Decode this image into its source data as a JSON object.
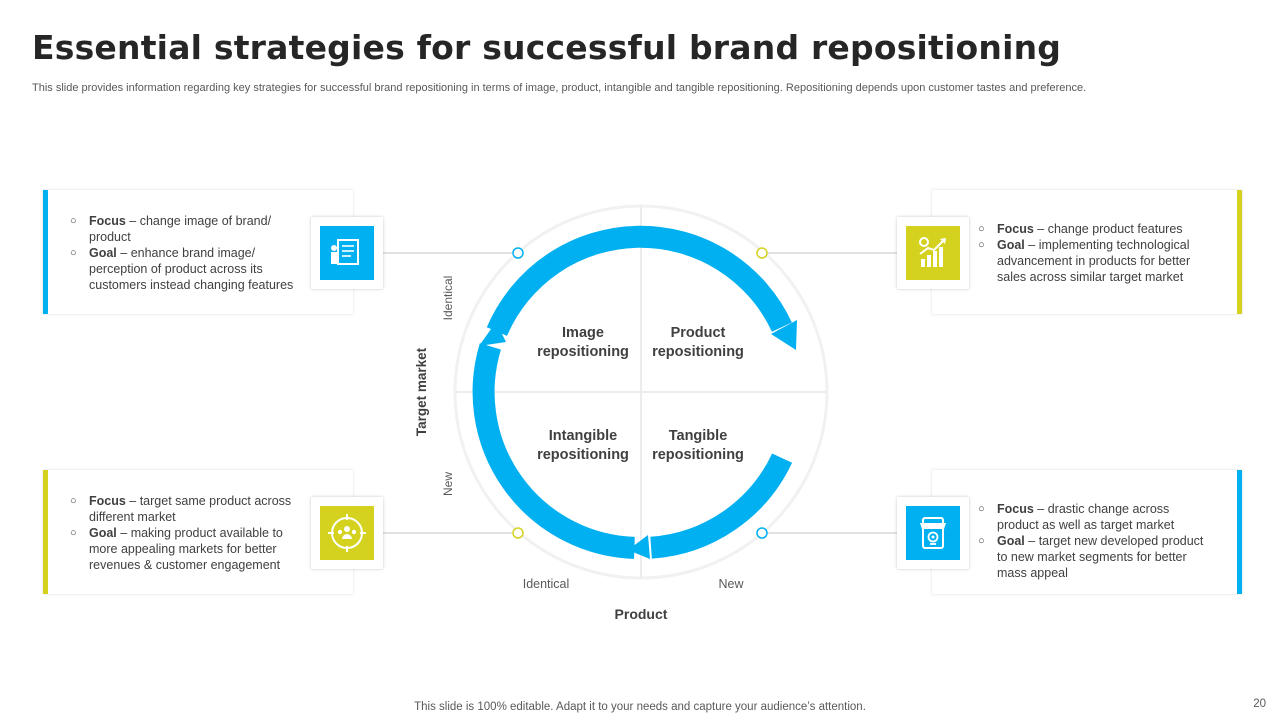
{
  "title": "Essential strategies for successful brand repositioning",
  "subtitle": "This slide provides information regarding key strategies for successful brand repositioning in terms of image, product, intangible and tangible repositioning. Repositioning depends upon customer tastes and preference.",
  "colors": {
    "cyan": "#00b0f0",
    "yellow": "#d4d21f",
    "text": "#404040"
  },
  "quadrants": {
    "image": [
      "Image",
      "repositioning"
    ],
    "product": [
      "Product",
      "repositioning"
    ],
    "intangible": [
      "Intangible",
      "repositioning"
    ],
    "tangible": [
      "Tangible",
      "repositioning"
    ]
  },
  "axes": {
    "y_label": "Target market",
    "y_top": "Identical",
    "y_bottom": "New",
    "x_label": "Product",
    "x_left": "Identical",
    "x_right": "New"
  },
  "boxes": {
    "top_left": {
      "icon": "presentation-board-icon",
      "focus_key": "Focus",
      "focus_text": " – change image of brand/ product",
      "goal_key": "Goal",
      "goal_text": " – enhance brand image/ perception of product across its customers instead changing features"
    },
    "top_right": {
      "icon": "growth-chart-icon",
      "focus_key": "Focus",
      "focus_text": " – change product features",
      "goal_key": "Goal",
      "goal_text": " – implementing technological advancement  in products for better sales across similar target market"
    },
    "bottom_left": {
      "icon": "target-audience-icon",
      "focus_key": "Focus",
      "focus_text": " – target same product across different  market",
      "goal_key": "Goal",
      "goal_text": " – making product available  to more appealing markets for better revenues  & customer engagement"
    },
    "bottom_right": {
      "icon": "online-store-icon",
      "focus_key": "Focus",
      "focus_text": " – drastic change across product as well as target market",
      "goal_key": "Goal",
      "goal_text": " – target new developed  product to new market segments for better mass appeal"
    }
  },
  "footer": "This slide is 100% editable. Adapt it to your needs and capture your audience’s attention.",
  "page_number": "20"
}
